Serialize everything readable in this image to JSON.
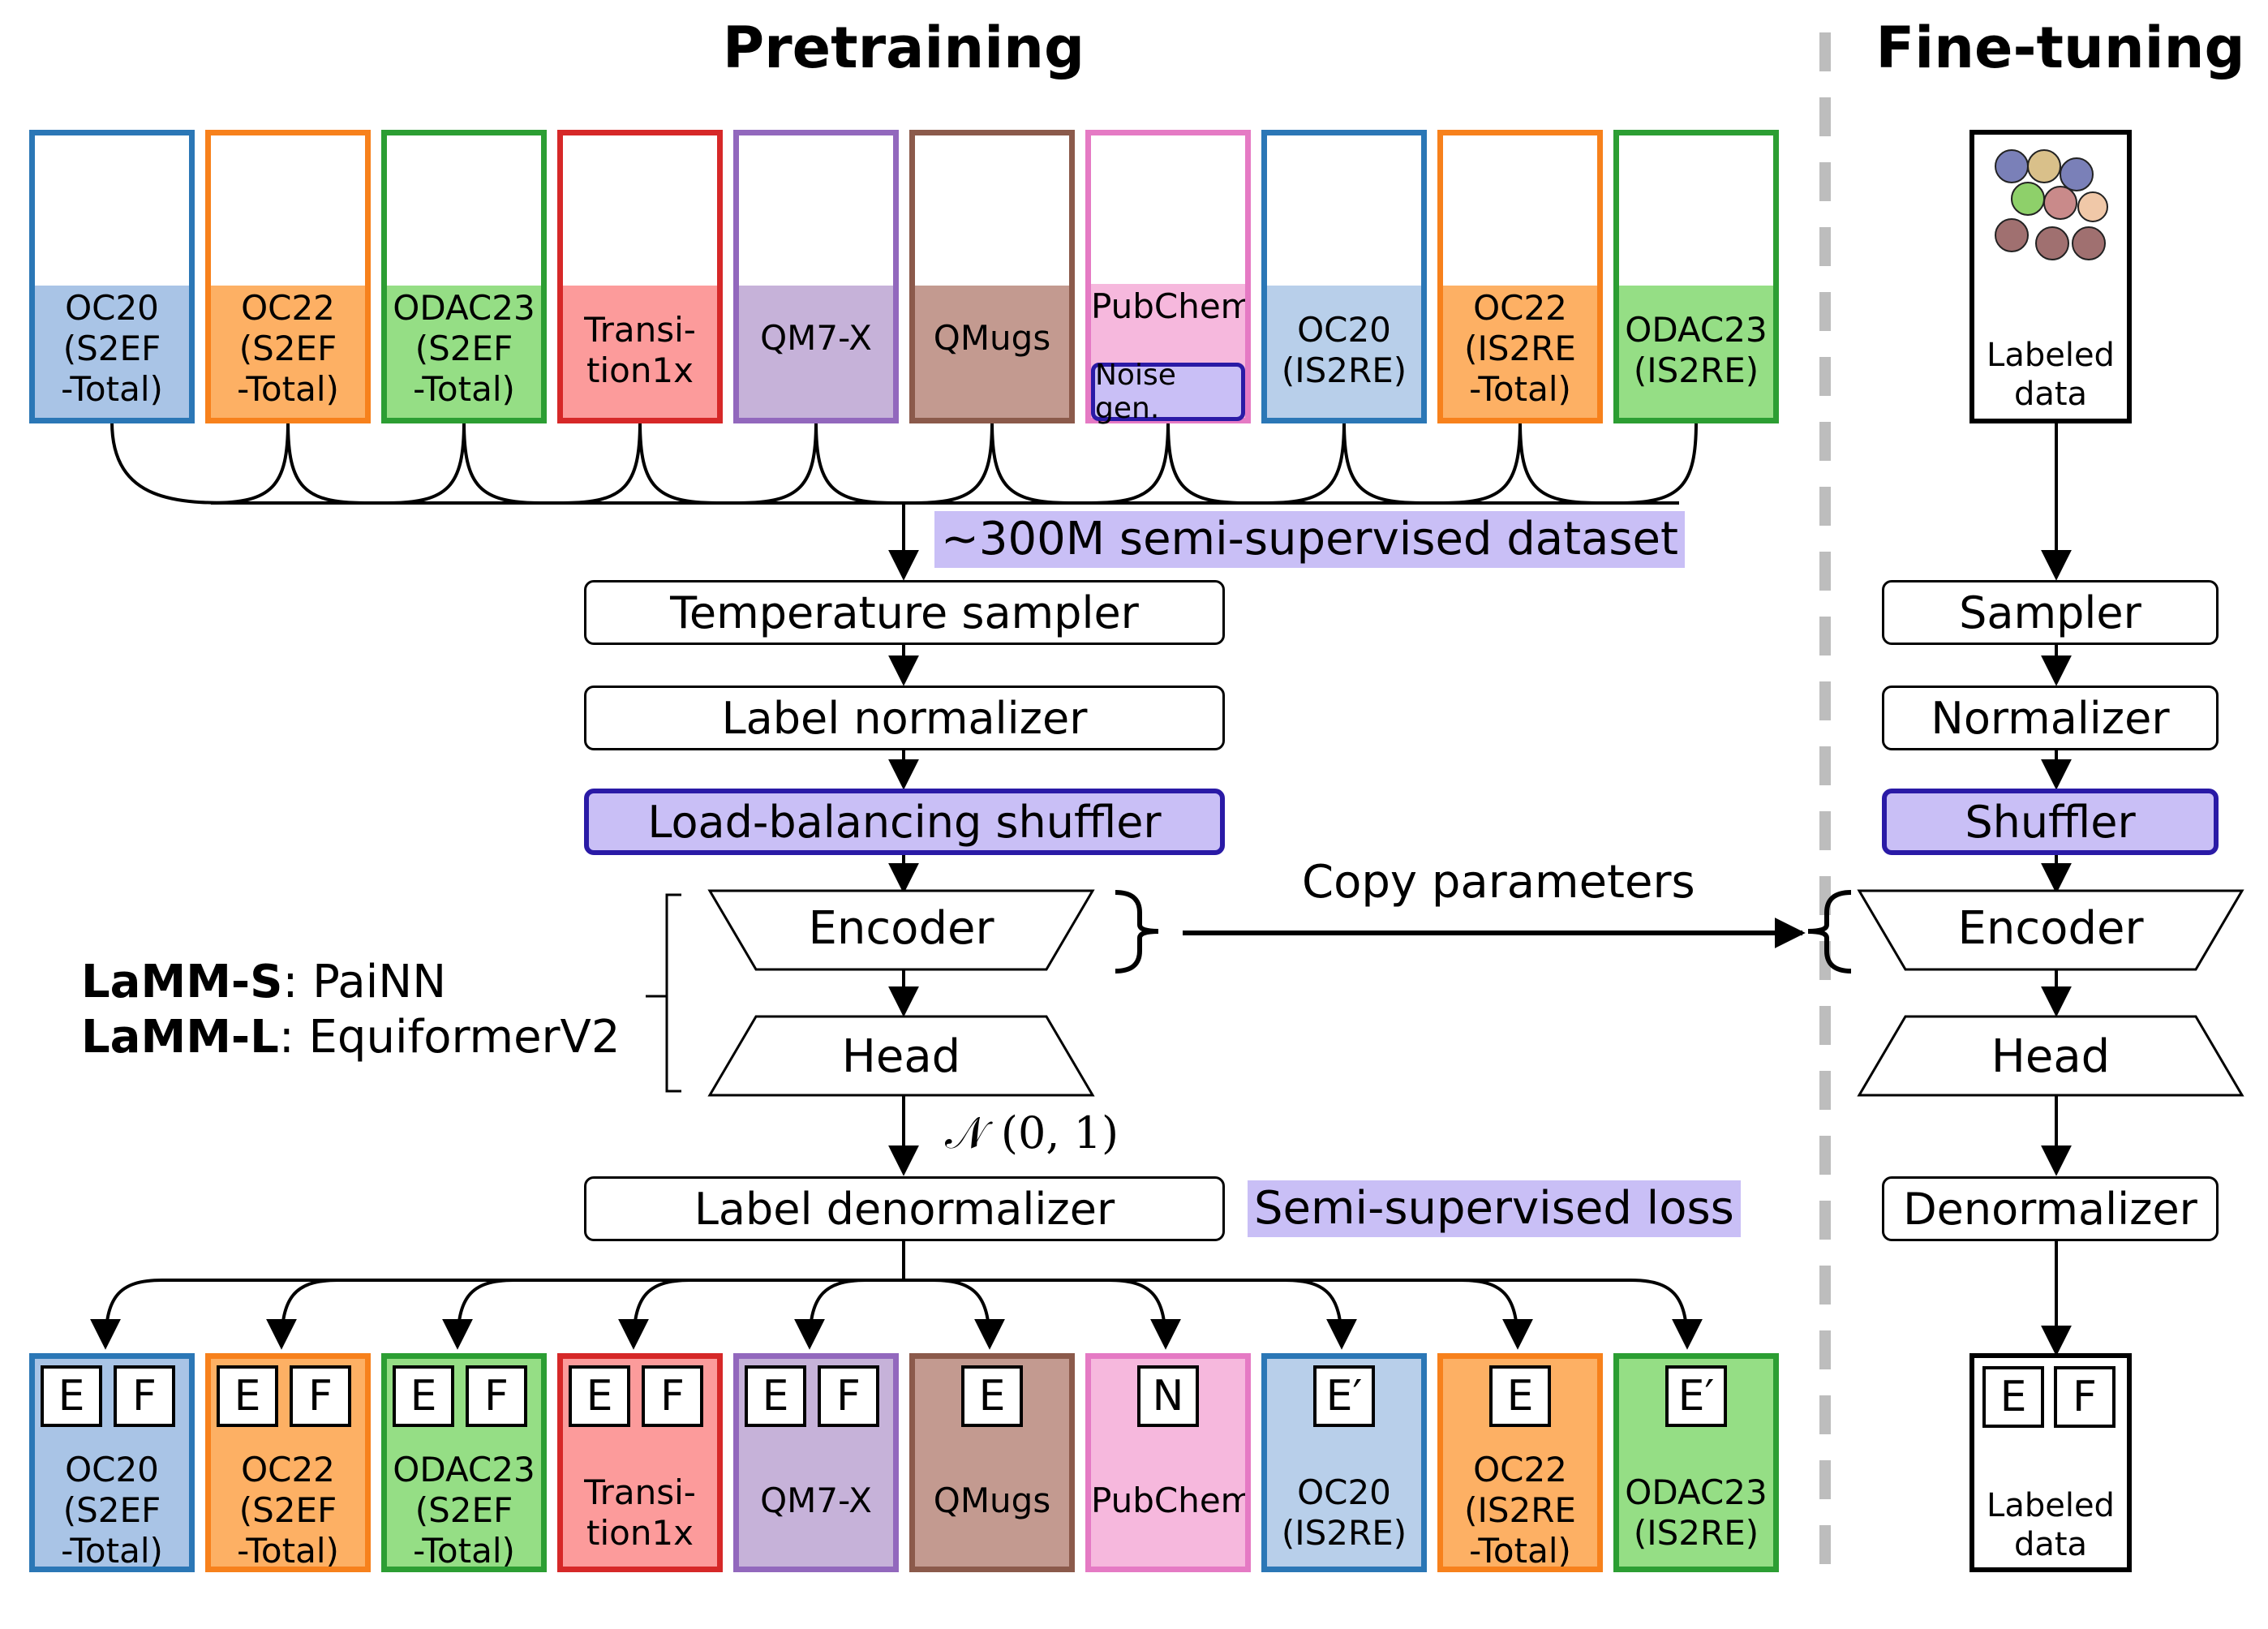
{
  "titles": {
    "pretraining": "Pretraining",
    "finetuning": "Fine-tuning"
  },
  "datasets": [
    {
      "label": "OC20\n(S2EF\n-Total)",
      "color": "#2b77b6",
      "fill": "#a9c4e6",
      "hatched": false,
      "outputs": [
        "E",
        "F"
      ]
    },
    {
      "label": "OC22\n(S2EF\n-Total)",
      "color": "#f7811c",
      "fill": "#fdb064",
      "hatched": false,
      "outputs": [
        "E",
        "F"
      ]
    },
    {
      "label": "ODAC23\n(S2EF\n-Total)",
      "color": "#2c9e33",
      "fill": "#95de85",
      "hatched": false,
      "outputs": [
        "E",
        "F"
      ]
    },
    {
      "label": "Transi-\ntion1x",
      "color": "#d62828",
      "fill": "#fc9b9b",
      "hatched": false,
      "outputs": [
        "E",
        "F"
      ]
    },
    {
      "label": "QM7-X",
      "color": "#9268bd",
      "fill": "#c6b2d9",
      "hatched": false,
      "outputs": [
        "E",
        "F"
      ]
    },
    {
      "label": "QMugs",
      "color": "#8b5a4b",
      "fill": "#c39a90",
      "hatched": false,
      "outputs": [
        "E"
      ]
    },
    {
      "label": "PubChem",
      "color": "#e57ac4",
      "fill": "#f6b8dd",
      "hatched": false,
      "outputs": [
        "N"
      ]
    },
    {
      "label": "OC20\n(IS2RE)",
      "color": "#2b77b6",
      "fill": "#b8cfea",
      "hatched": true,
      "outputs": [
        "E′"
      ]
    },
    {
      "label": "OC22\n(IS2RE\n-Total)",
      "color": "#f7811c",
      "fill": "#fdb064",
      "hatched": true,
      "outputs": [
        "E"
      ]
    },
    {
      "label": "ODAC23\n(IS2RE)",
      "color": "#2c9e33",
      "fill": "#95de85",
      "hatched": true,
      "outputs": [
        "E′"
      ]
    }
  ],
  "noise_gen": "Noise gen.",
  "dataset_note": "~300M semi-supervised dataset",
  "pretrain_steps": {
    "temperature_sampler": "Temperature sampler",
    "label_normalizer": "Label normalizer",
    "shuffler": "Load-balancing shuffler",
    "encoder": "Encoder",
    "head": "Head",
    "distribution": "𝒩 (0, 1)",
    "denormalizer": "Label denormalizer"
  },
  "loss_note": "Semi-supervised loss",
  "models": {
    "s_name": "LaMM-S",
    "s_arch": ": PaiNN",
    "l_name": "LaMM-L",
    "l_arch": ": EquiformerV2"
  },
  "copy_params": "Copy parameters",
  "finetune": {
    "input_label": "Labeled\ndata",
    "sampler": "Sampler",
    "normalizer": "Normalizer",
    "shuffler": "Shuffler",
    "encoder": "Encoder",
    "head": "Head",
    "denormalizer": "Denormalizer",
    "output_label": "Labeled\ndata",
    "outputs": [
      "E",
      "F"
    ]
  },
  "colors": {
    "accent_purple": "#c9bff6",
    "accent_border": "#2a1aa6",
    "divider": "#bdbdbd"
  }
}
